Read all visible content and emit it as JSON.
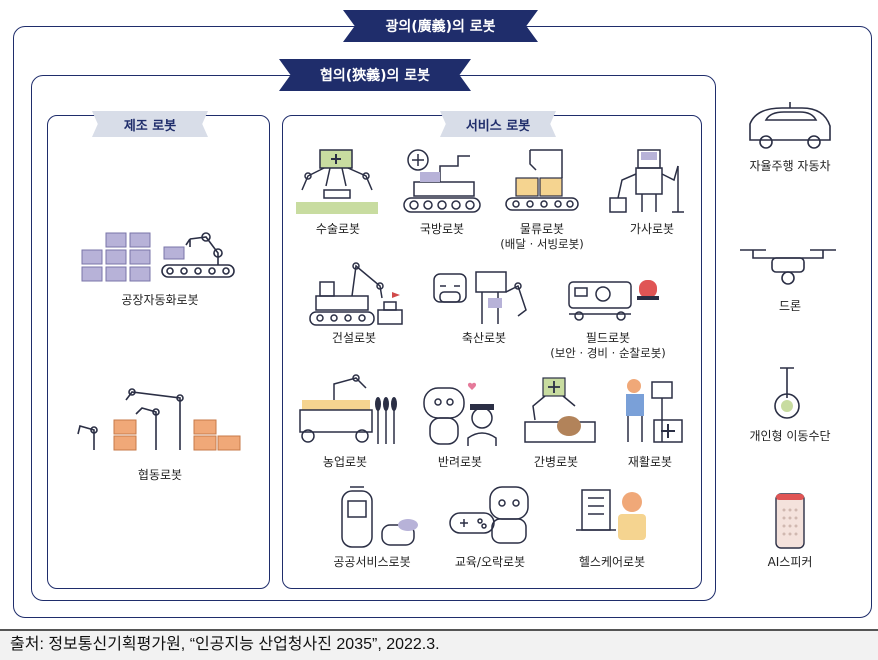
{
  "outer": {
    "title": "광의(廣義)의 로봇"
  },
  "inner": {
    "title": "협의(狹義)의 로봇"
  },
  "manufacturing": {
    "title": "제조 로봇",
    "items": [
      "공장자동화로봇",
      "협동로봇"
    ]
  },
  "service": {
    "title": "서비스 로봇",
    "items": [
      {
        "label": "수술로봇",
        "icon": "surgical-robot-icon"
      },
      {
        "label": "국방로봇",
        "icon": "defense-robot-icon"
      },
      {
        "label": "물류로봇",
        "sub": "(배달 · 서빙로봇)",
        "icon": "logistics-robot-icon"
      },
      {
        "label": "가사로봇",
        "icon": "housework-robot-icon"
      },
      {
        "label": "건설로봇",
        "icon": "construction-robot-icon"
      },
      {
        "label": "축산로봇",
        "icon": "livestock-robot-icon"
      },
      {
        "label": "필드로봇",
        "sub": "(보안 · 경비 · 순찰로봇)",
        "icon": "field-robot-icon"
      },
      {
        "label": "농업로봇",
        "icon": "agriculture-robot-icon"
      },
      {
        "label": "반려로봇",
        "icon": "companion-robot-icon"
      },
      {
        "label": "간병로봇",
        "icon": "caregiving-robot-icon"
      },
      {
        "label": "재활로봇",
        "icon": "rehabilitation-robot-icon"
      },
      {
        "label": "공공서비스로봇",
        "icon": "public-service-robot-icon"
      },
      {
        "label": "교육/오락로봇",
        "icon": "education-entertainment-robot-icon"
      },
      {
        "label": "헬스케어로봇",
        "icon": "healthcare-robot-icon"
      }
    ]
  },
  "broad_items": [
    {
      "label": "자율주행 자동차",
      "icon": "autonomous-car-icon"
    },
    {
      "label": "드론",
      "icon": "drone-icon"
    },
    {
      "label": "개인형 이동수단",
      "icon": "personal-mobility-icon"
    },
    {
      "label": "AI스피커",
      "icon": "ai-speaker-icon"
    }
  ],
  "source": "출처: 정보통신기획평가원, “인공지능 산업청사진 2035”, 2022.3.",
  "colors": {
    "navy": "#1f2d6b",
    "lavender": "#b7b2d8",
    "orange": "#f0a878",
    "green": "#c8dca0"
  }
}
